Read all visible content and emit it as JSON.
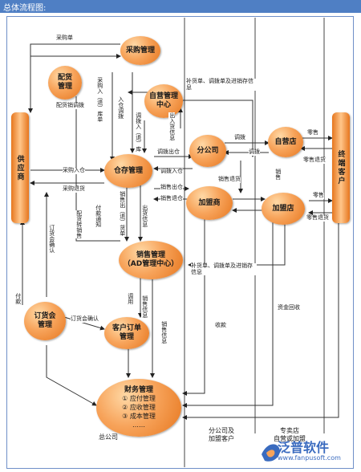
{
  "header": {
    "title": "总体流程图:"
  },
  "nodes": {
    "purchase_mgmt": "采购管理",
    "distribution_mgmt": "配货管理",
    "self_store_mgmt": "自营管理中心",
    "warehouse_mgmt": "仓存管理",
    "branch_company": "分公司",
    "self_store": "自营店",
    "franchisee": "加盟商",
    "franchise_store": "加盟店",
    "sales_mgmt": "销售管理\n（AD管理中心）",
    "order_meeting_mgmt": "订货会管理",
    "customer_order_mgmt": "客户订单管理",
    "supplier": "供应商",
    "end_customer": "终端客户"
  },
  "finance": {
    "title": "财务管理",
    "items": [
      "① 应付管理",
      "② 应收管理",
      "③ 成本管理",
      "……"
    ]
  },
  "labels": {
    "l_purchase_order": "采购单",
    "l_distribution_transfer": "配货销调拨",
    "l_purchase_inbound": "采购入库",
    "l_purchase_in_out": "采购入（退）库单",
    "l_transfer_in": "入仓调拨",
    "l_transfer_entry": "调拨入（退）库",
    "l_inout_info": "出入货信息",
    "l_replenish_top": "补货单、调拨单及进销存信息",
    "l_transfer_out_1": "调拨出仓",
    "l_transfer_in_1": "调拨入仓",
    "l_transfer": "调拨",
    "l_transfer_back": "调拨",
    "l_retail_1": "零售",
    "l_retail_return_1": "零售退货",
    "l_purchase_in": "采购入仓",
    "l_purchase_return": "采购退货",
    "l_sales_return": "销售退货",
    "l_sales": "销售",
    "l_sales_out": "销售出仓",
    "l_sales_return_in": "销售退仓",
    "l_retail_2": "零售",
    "l_retail_return_2": "零售退货",
    "l_sales_inout": "销售出（退）货单",
    "l_out_info": "出货信息",
    "l_payment_notice": "付款通知",
    "l_distribution_sales": "配货转销售",
    "l_order_confirm_left": "订货会确认",
    "l_replenish_bottom": "补货单、调拨单及进销存信息",
    "l_payment": "付款",
    "l_order_confirm": "订货会确认",
    "l_call": "调用",
    "l_sales_info": "销售信息",
    "l_sales_info_2": "销售信息",
    "l_receivable": "收款",
    "l_fund_return": "资金回收"
  },
  "columns": {
    "hq": "总公司",
    "branch": "分公司及\n加盟客户",
    "stores": "专卖店\n自营或加盟"
  },
  "logo": {
    "text": "泛普软件",
    "url": "www.fanpusoft.com"
  }
}
